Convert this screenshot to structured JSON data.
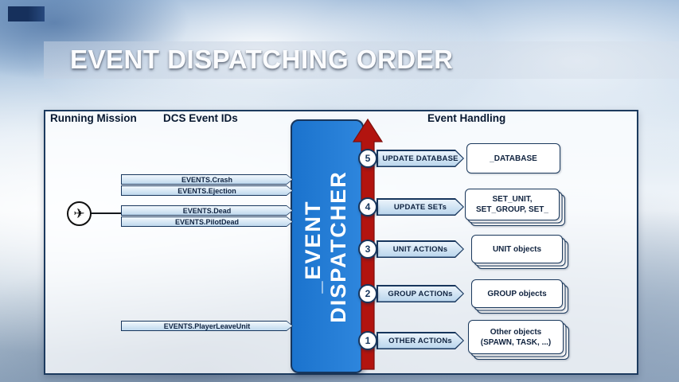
{
  "slide": {
    "title": "EVENT DISPATCHING ORDER"
  },
  "diagram": {
    "headers": {
      "left": "Running Mission",
      "middle": "DCS Event IDs",
      "right": "Event Handling"
    },
    "dispatcher": {
      "line1": "_EVENT",
      "line2": "DISPATCHER"
    },
    "plane_icon_glyph": "✈",
    "left_events": [
      {
        "label": "EVENTS.Crash"
      },
      {
        "label": "EVENTS.Ejection"
      },
      {
        "label": "EVENTS.Dead"
      },
      {
        "label": "EVENTS.PilotDead"
      },
      {
        "label": "EVENTS.PlayerLeaveUnit"
      }
    ],
    "steps": [
      {
        "number": "5",
        "action": "UPDATE DATABASE",
        "target": "_DATABASE"
      },
      {
        "number": "4",
        "action": "UPDATE SETs",
        "target": "SET_UNIT, SET_GROUP, SET_"
      },
      {
        "number": "3",
        "action": "UNIT ACTIONs",
        "target": "UNIT objects"
      },
      {
        "number": "2",
        "action": "GROUP ACTIONs",
        "target": "GROUP objects"
      },
      {
        "number": "1",
        "action": "OTHER ACTIONs",
        "target": "Other objects (SPAWN, TASK, ...)"
      }
    ],
    "colors": {
      "navy": "#17365d",
      "dispatcher_blue": "#1f79d2",
      "arrow_red": "#b2140f",
      "arrow_fill_light_blue": "#c0d9ee"
    }
  }
}
